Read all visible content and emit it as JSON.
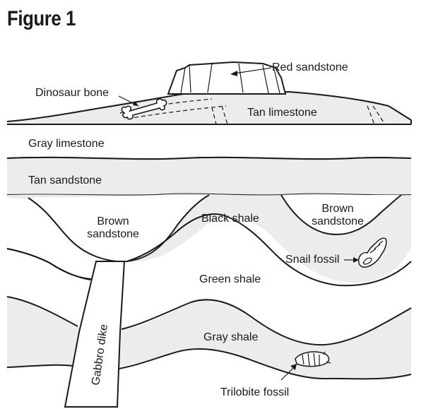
{
  "figure": {
    "title": "Figure 1"
  },
  "labels": {
    "red_sandstone": "Red sandstone",
    "dinosaur_bone": "Dinosaur bone",
    "tan_limestone": "Tan limestone",
    "gray_limestone": "Gray limestone",
    "tan_sandstone": "Tan sandstone",
    "brown_sandstone_left_1": "Brown",
    "brown_sandstone_left_2": "sandstone",
    "black_shale": "Black shale",
    "brown_sandstone_right_1": "Brown",
    "brown_sandstone_right_2": "sandstone",
    "snail_fossil": "Snail fossil",
    "green_shale": "Green shale",
    "gabbro_dike": "Gabbro dike",
    "gray_shale": "Gray shale",
    "trilobite_fossil": "Trilobite fossil"
  },
  "colors": {
    "band_fill": "#ececec",
    "line": "#1a1a1a"
  }
}
